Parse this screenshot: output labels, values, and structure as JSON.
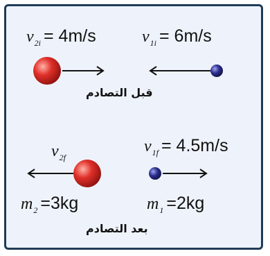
{
  "before": {
    "heading": "قبل التصادم",
    "left_velocity": {
      "symbol": "v",
      "subscript": "2i",
      "value": "= 4m/s"
    },
    "right_velocity": {
      "symbol": "v",
      "subscript": "1i",
      "value": "= 6m/s"
    }
  },
  "after": {
    "heading": "بعد التصادم",
    "left_velocity": {
      "symbol": "v",
      "subscript": "2f"
    },
    "right_velocity": {
      "symbol": "v",
      "subscript": "1f",
      "value": "= 4.5m/s"
    },
    "left_mass": {
      "symbol": "m",
      "subscript": "2",
      "value": "=3kg"
    },
    "right_mass": {
      "symbol": "m",
      "subscript": "1",
      "value": "=2kg"
    }
  },
  "colors": {
    "big_ball": "#e0302a",
    "small_ball": "#2c2f8c",
    "border": "#1f3b57",
    "background": "#eef3fb"
  }
}
